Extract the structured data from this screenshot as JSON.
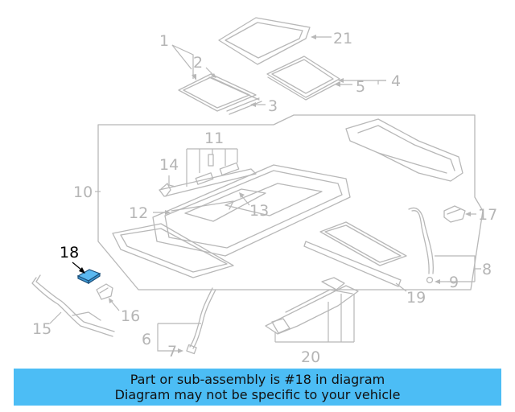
{
  "diagram": {
    "highlight_color": "#5bb8f0",
    "callouts": {
      "c1": "1",
      "c2": "2",
      "c3": "3",
      "c4": "4",
      "c5": "5",
      "c6": "6",
      "c7": "7",
      "c8": "8",
      "c9": "9",
      "c10": "10",
      "c11": "11",
      "c12": "12",
      "c13": "13",
      "c14": "14",
      "c15": "15",
      "c16": "16",
      "c17": "17",
      "c18": "18",
      "c19": "19",
      "c20": "20",
      "c21": "21"
    }
  },
  "banner": {
    "background": "#4cbdf5",
    "line1": "Part or sub-assembly is #18 in diagram",
    "line2": "Diagram may not be specific to your vehicle"
  }
}
